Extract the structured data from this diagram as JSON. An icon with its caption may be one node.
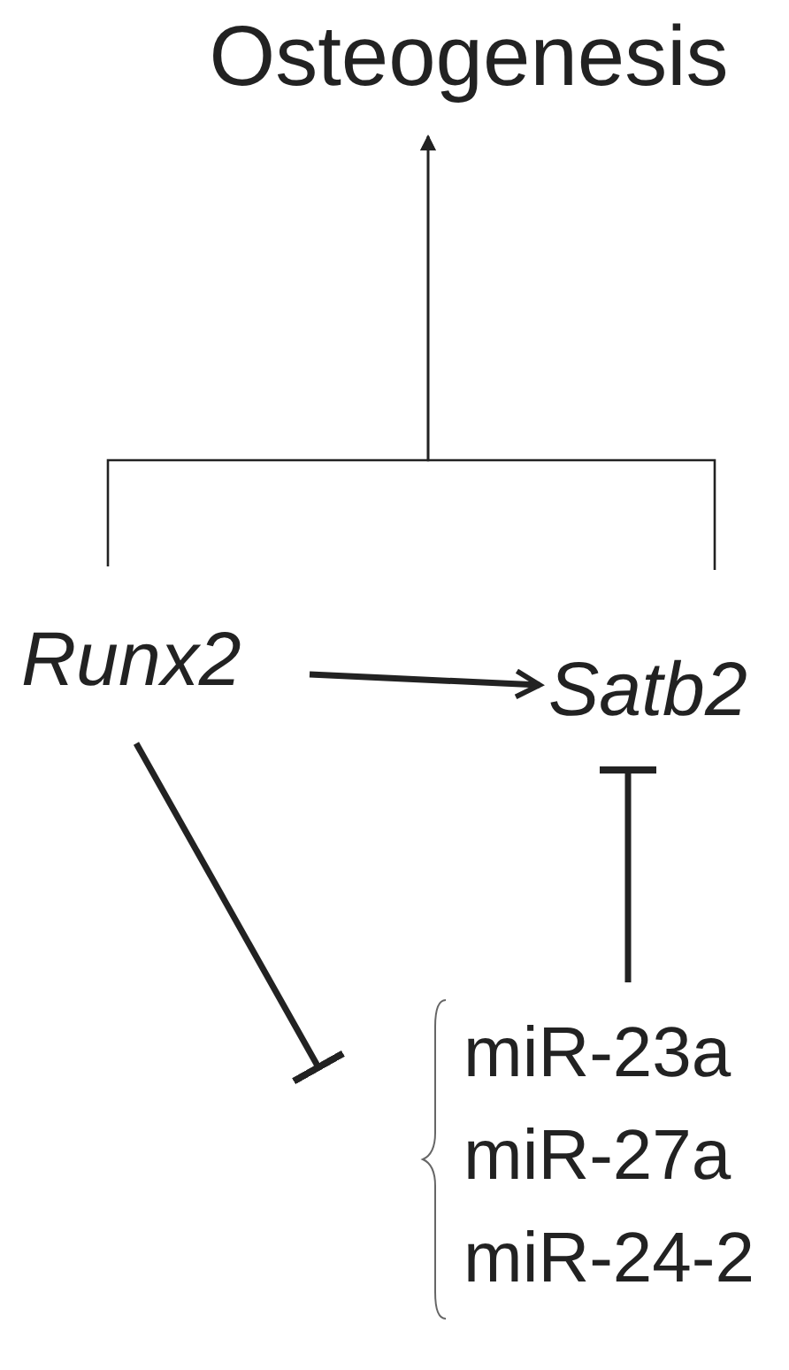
{
  "diagram": {
    "nodes": [
      {
        "text": [
          "Osteogenesis"
        ]
      },
      {
        "text": [
          "Runx2"
        ]
      },
      {
        "text": [
          "Satb2"
        ]
      },
      {
        "text": [
          "miR-23a",
          "miR-27a",
          "miR-24-2"
        ]
      }
    ],
    "edges": [
      {
        "from": 1,
        "to": 0,
        "arrow": "to"
      },
      {
        "from": 2,
        "to": 0,
        "arrow": "to"
      },
      {
        "from": 1,
        "to": 2,
        "arrow": "to"
      },
      {
        "from": 1,
        "to": 3,
        "arrow": "other"
      },
      {
        "from": 3,
        "to": 2,
        "arrow": "other"
      }
    ]
  }
}
